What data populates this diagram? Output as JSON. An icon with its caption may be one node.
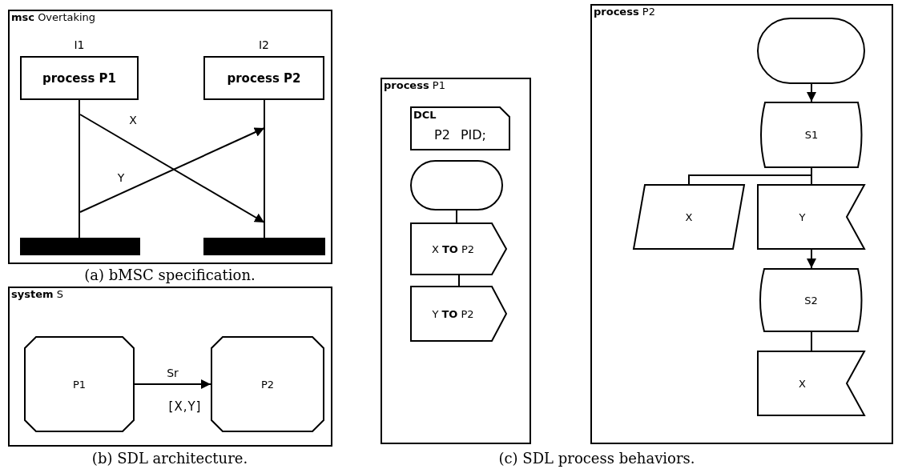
{
  "diagram": {
    "nodes": [
      {
        "text": [
          "**msc** Overtaking"
        ]
      },
      {
        "text": [
          "process P1"
        ],
        "in": 0,
        "beside": [
          "I1"
        ]
      },
      {
        "text": [
          "process P2"
        ],
        "in": 0,
        "beside": [
          "I2"
        ]
      },
      {
        "text": [],
        "shape": "bar",
        "in": 0
      },
      {
        "text": [],
        "shape": "bar",
        "in": 0
      },
      {
        "text": [
          "**system** S"
        ]
      },
      {
        "text": [
          "P1"
        ],
        "in": 5
      },
      {
        "text": [
          "P2"
        ],
        "in": 5
      },
      {
        "text": [
          "**process** P1"
        ]
      },
      {
        "text": [
          "DCL",
          "P2 PID;"
        ],
        "in": 8
      },
      {
        "text": [],
        "shape": "oval",
        "in": 8
      },
      {
        "text": [
          "X **TO** P2"
        ],
        "in": 8
      },
      {
        "text": [
          "Y **TO** P2"
        ],
        "in": 8
      },
      {
        "text": [
          "**process** P2"
        ]
      },
      {
        "text": [],
        "shape": "oval",
        "in": 13
      },
      {
        "text": [
          "S1"
        ],
        "in": 13
      },
      {
        "text": [
          "X"
        ],
        "in": 13
      },
      {
        "text": [
          "Y"
        ],
        "in": 13
      },
      {
        "text": [
          "S2"
        ],
        "in": 13
      },
      {
        "text": [
          "X"
        ],
        "in": 13
      },
      {
        "text": [],
        "shape": "line",
        "in": 0
      },
      {
        "text": [],
        "shape": "line",
        "in": 0
      }
    ],
    "edges": [
      {
        "from": 20,
        "to": 21,
        "arrow": "to",
        "label": "X"
      },
      {
        "from": 20,
        "to": 21,
        "arrow": "to",
        "label": "Y"
      },
      {
        "from": 6,
        "to": 7,
        "arrow": "to",
        "label": "Sr"
      },
      {
        "from": 10,
        "to": 11,
        "arrow": "none"
      },
      {
        "from": 11,
        "to": 12,
        "arrow": "none"
      },
      {
        "from": 14,
        "to": 15,
        "arrow": "to"
      },
      {
        "from": 15,
        "to": 16,
        "arrow": "none"
      },
      {
        "from": 15,
        "to": 17,
        "arrow": "none"
      },
      {
        "from": 17,
        "to": 18,
        "arrow": "to"
      },
      {
        "from": 18,
        "to": 19,
        "arrow": "none"
      }
    ],
    "labels": [
      "(a) bMSC specification.",
      "[X,Y]",
      "(b) SDL architecture.",
      "(c) SDL process behaviors."
    ]
  }
}
